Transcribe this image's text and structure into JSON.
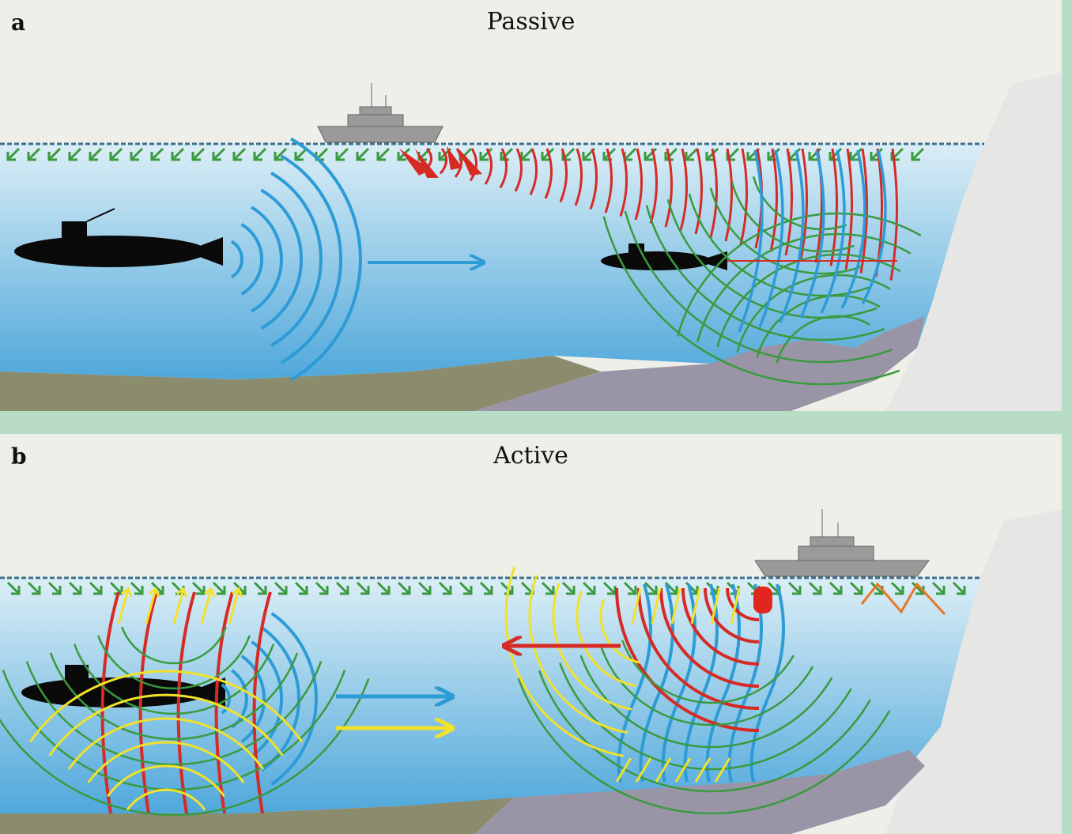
{
  "panel_a": {
    "letter": "a",
    "title": "Passive"
  },
  "panel_b": {
    "letter": "b",
    "title": "Active"
  },
  "colors": {
    "water_top": "#d8ecf5",
    "water_bottom": "#5aaede",
    "sand": "#8b8b6e",
    "rock": "#9a95a6",
    "cliff": "#e6e6e4",
    "ship": "#9a9a9a",
    "submarine": "#0a0a0a",
    "wave_blue": "#2d9bd6",
    "wave_red": "#d62a25",
    "wave_green": "#3a9a3e",
    "wave_yellow": "#f2e12a",
    "arrow_orange": "#e87722"
  }
}
